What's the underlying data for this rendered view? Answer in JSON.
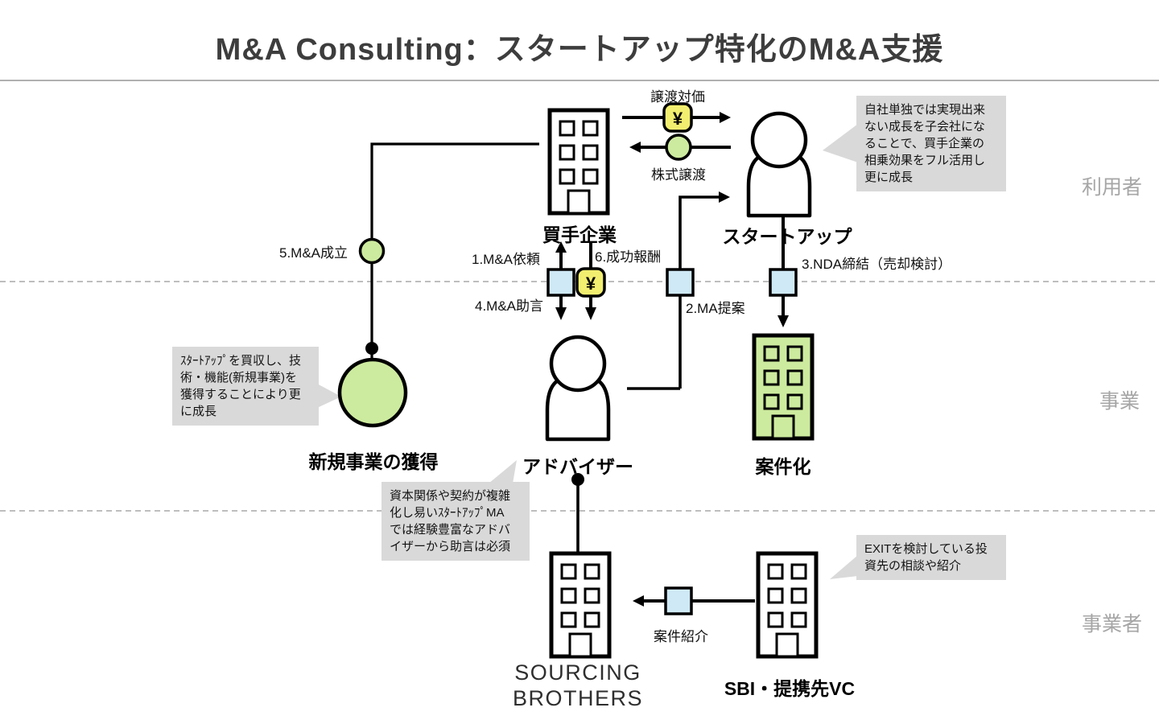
{
  "title": "M&A Consulting：スタートアップ特化のM&A支援",
  "sections": {
    "top": "利用者",
    "middle": "事業",
    "bottom": "事業者"
  },
  "nodes": {
    "buyer": "買手企業",
    "startup": "スタートアップ",
    "advisor": "アドバイザー",
    "new_business": "新規事業の獲得",
    "deal": "案件化",
    "sourcing_line1": "SOURCING",
    "sourcing_line2": "BROTHERS",
    "sbi": "SBI・提携先VC"
  },
  "flows": {
    "transfer_consideration": "譲渡対価",
    "share_transfer": "株式譲渡",
    "step1": "1.M&A依頼",
    "step2": "2.MA提案",
    "step3": "3.NDA締結（売却検討）",
    "step4": "4.M&A助言",
    "step5": "5.M&A成立",
    "step6": "6.成功報酬",
    "deal_referral": "案件紹介"
  },
  "callouts": {
    "startup_growth": {
      "lines": [
        "自社単独では実現出来",
        "ない成長を子会社にな",
        "ることで、買手企業の",
        "相乗効果をフル活用し",
        "更に成長"
      ]
    },
    "buyer_growth": {
      "lines": [
        "ｽﾀｰﾄｱｯﾌﾟを買収し、技",
        "術・機能(新規事業)を",
        "獲得することにより更",
        "に成長"
      ]
    },
    "advisor_note": {
      "lines": [
        "資本関係や契約が複雑",
        "化し易いｽﾀｰﾄｱｯﾌﾟMA",
        "では経験豊富なアドバ",
        "イザーから助言は必須"
      ]
    },
    "vc_note": {
      "lines": [
        "EXITを検討している投",
        "資先の相談や紹介"
      ]
    }
  },
  "icons": {
    "yen_badge": "¥"
  },
  "colors": {
    "node_green": "#cdeb9e",
    "badge_yellow": "#f2ee6f",
    "badge_blue": "#cfe9f6",
    "callout_bg": "#d9d9d9",
    "section_label_gray": "#a6a6a6",
    "ink": "#000000"
  }
}
